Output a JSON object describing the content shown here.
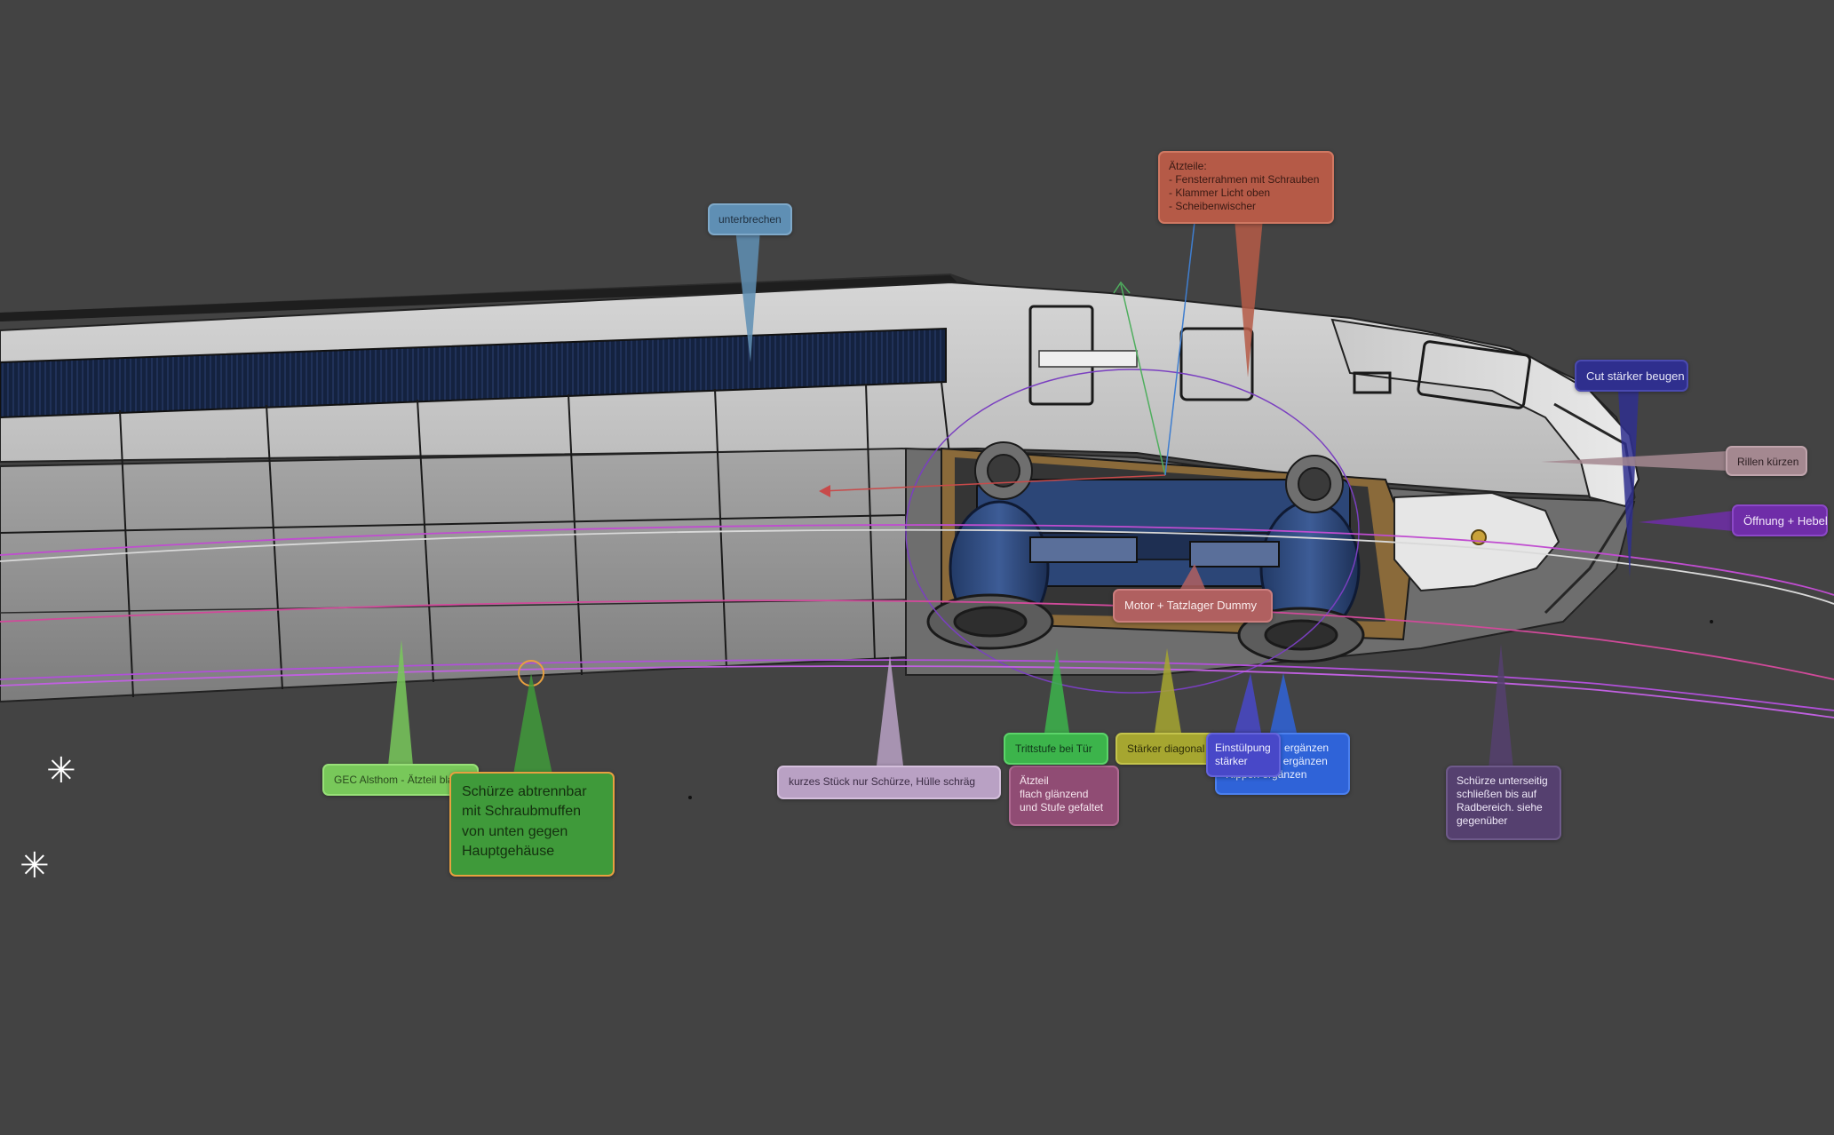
{
  "annotations": {
    "unterbrechen": {
      "text": "unterbrechen",
      "color": "#5f8fb4"
    },
    "aetzteile": {
      "title": "Ätzteile:",
      "lines": [
        "- Fensterrahmen mit Schrauben",
        "- Klammer Licht oben",
        "- Scheibenwischer"
      ],
      "color": "#b55a47"
    },
    "cut_staerker": {
      "text": "Cut stärker beugen",
      "color": "#2f2f8e"
    },
    "rillen": {
      "text": "Rillen kürzen",
      "color": "#a48890"
    },
    "oeffnung": {
      "text": "Öffnung + Hebel",
      "color": "#6f2da8"
    },
    "motor": {
      "text": "Motor + Tatzlager Dummy",
      "color": "#b06060"
    },
    "gec": {
      "text": "GEC Alsthom - Ätzteil blank",
      "color": "#78c85a"
    },
    "schuerze_abtrennbar": {
      "lines": [
        "Schürze abtrennbar",
        "mit Schraubmuffen",
        "von unten gegen",
        "Hauptgehäuse"
      ],
      "color": "#3f9a3a",
      "border": "#e8a040"
    },
    "kurzes_stueck": {
      "text": "kurzes Stück nur Schürze, Hülle schräg",
      "color": "#b9a1c4"
    },
    "trittstufe": {
      "text": "Trittstufe bei Tür",
      "color": "#3cb44b"
    },
    "aetzteil_flach": {
      "lines": [
        "Ätzteil",
        "flach glänzend",
        "und Stufe gefaltet"
      ],
      "color": "#904c74"
    },
    "staerker_diagonal": {
      "text": "Stärker diagonal",
      "color": "#a6a630"
    },
    "einstuelpung": {
      "lines": [
        "Einstülpung",
        "stärker"
      ],
      "color": "#4848c8"
    },
    "blue_overlap": {
      "lines": [
        "Verkleidung ergänzen",
        "Halterbügel ergänzen",
        "Rippen ergänzen"
      ],
      "color": "#2f63d8"
    },
    "schuerze_unterseitig": {
      "lines": [
        "Schürze unterseitig",
        "schließen bis auf",
        "Radbereich. siehe",
        "gegenüber"
      ],
      "color": "#55406f"
    }
  }
}
